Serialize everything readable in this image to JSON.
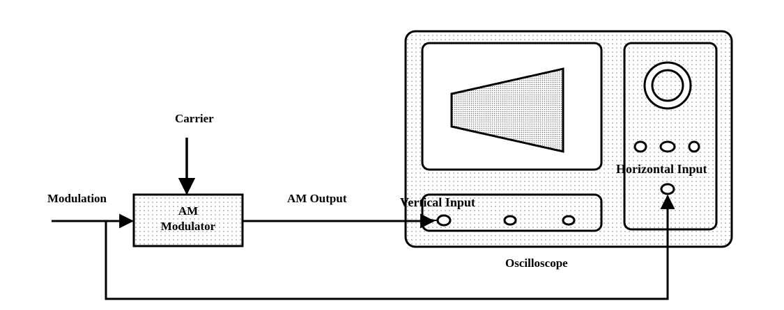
{
  "labels": {
    "carrier": "Carrier",
    "modulation": "Modulation",
    "am_modulator_line1": "AM",
    "am_modulator_line2": "Modulator",
    "am_output": "AM Output",
    "vertical_input": "Vertical Input",
    "horizontal_input": "Horizontal Input",
    "oscilloscope": "Oscilloscope"
  },
  "colors": {
    "ink": "#000000",
    "paper": "#ffffff",
    "dot": "#9a9a9a",
    "trace_fill": "#d8d8d8"
  }
}
